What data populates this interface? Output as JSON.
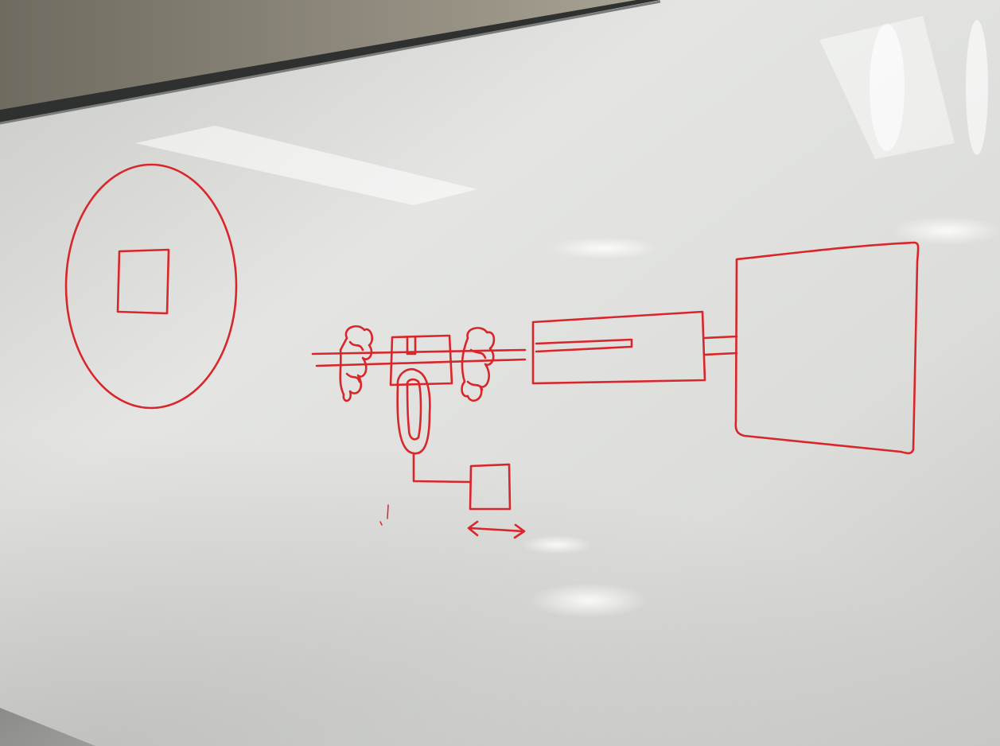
{
  "scene": {
    "subject": "whiteboard-sketch",
    "marker_color": "#d8262a",
    "board_color": "#e8e9e6",
    "wall_color": "#8e8b7e",
    "frame_color": "#2f3130",
    "elements": [
      {
        "name": "wheel-circle"
      },
      {
        "name": "wheel-hub-square"
      },
      {
        "name": "shaft-line"
      },
      {
        "name": "left-bearing-scribble"
      },
      {
        "name": "center-block"
      },
      {
        "name": "right-bearing-scribble"
      },
      {
        "name": "u-shaped-loop"
      },
      {
        "name": "small-square"
      },
      {
        "name": "double-headed-arrow"
      },
      {
        "name": "long-rectangle-with-slot"
      },
      {
        "name": "connector-stub"
      },
      {
        "name": "large-square"
      }
    ]
  }
}
